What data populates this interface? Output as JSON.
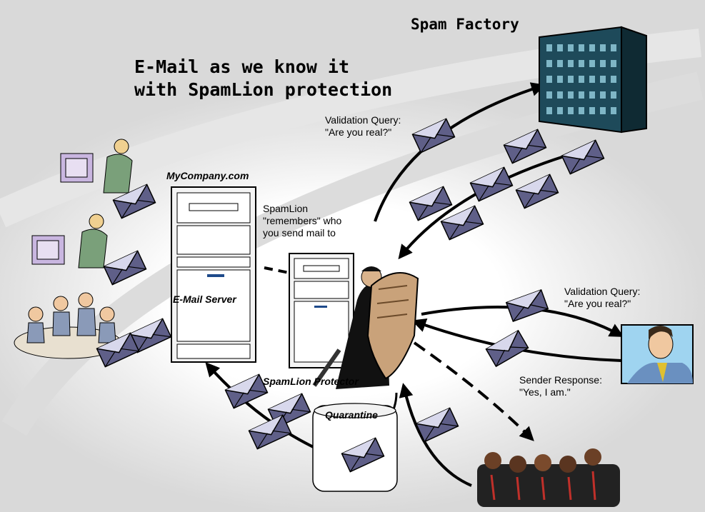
{
  "title": {
    "line1": "E-Mail as we know it",
    "line2": "with SpamLion protection"
  },
  "labels": {
    "spam_factory": "Spam Factory",
    "mycompany": "MyCompany.com",
    "email_server": "E-Mail Server",
    "protector": "SpamLion Protector",
    "quarantine": "Quarantine"
  },
  "captions": {
    "remembers": [
      "SpamLion",
      "\"remembers\" who",
      "you send mail to"
    ],
    "validation_top": [
      "Validation Query:",
      "\"Are you real?\""
    ],
    "validation_right": [
      "Validation Query:",
      "\"Are you real?\""
    ],
    "sender_response": [
      "Sender Response:",
      "\"Yes, I am.\""
    ]
  },
  "icons": [
    "envelope-icon",
    "building-icon",
    "server-icon",
    "knight-icon",
    "businessman-icon",
    "group-icon",
    "office-worker-icon",
    "team-meeting-icon"
  ]
}
